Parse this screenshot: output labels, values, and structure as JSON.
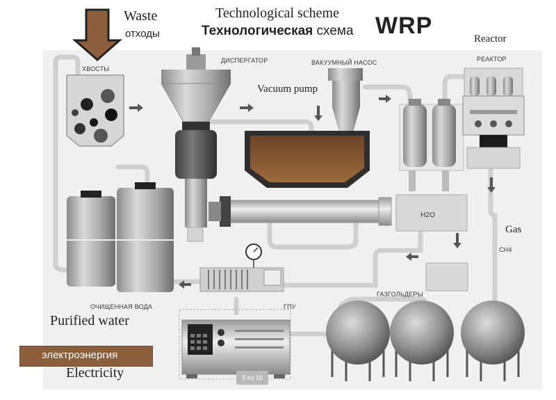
{
  "header": {
    "title_en": "Technological scheme",
    "title_ru_bold": "Технологическая",
    "title_ru_rest": " схема",
    "title_brand": "WRP"
  },
  "annotations": {
    "waste_en": "Waste",
    "waste_ru": "отходы",
    "reactor_en": "Reactor",
    "vacuum_en": "Vacuum pump",
    "gas_en": "Gas",
    "purified_en": "Purified water",
    "electricity_en": "Electricity",
    "electricity_ru": "электроэнергия"
  },
  "equipment_labels": {
    "tails": "ХВОСТЫ",
    "disperser": "ДИСПЕРГАТОР",
    "vacuum_pump": "ВАКУУМНЫЙ НАСОС",
    "reactor": "РЕАКТОР",
    "h2o": "H2O",
    "ch4": "CH4",
    "purified_water": "ОЧИЩЕННАЯ ВОДА",
    "gas_holders": "ГАЗГОЛЬДЕРЫ",
    "gpu": "ГПУ"
  },
  "page_indicator": "5 из 16",
  "colors": {
    "arrow_brown": "#8b5e3c",
    "sludge_brown": "#7a5230",
    "steel": "#bdbdbd"
  }
}
